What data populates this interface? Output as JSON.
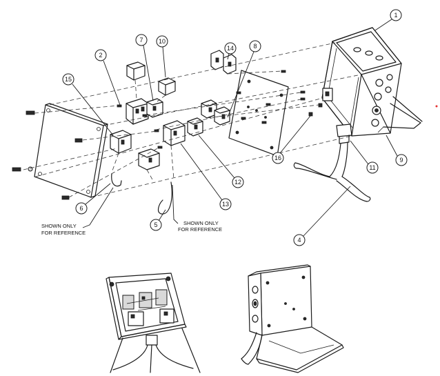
{
  "callouts": [
    {
      "label": "1"
    },
    {
      "label": "2"
    },
    {
      "label": "4"
    },
    {
      "label": "5"
    },
    {
      "label": "6"
    },
    {
      "label": "7"
    },
    {
      "label": "8"
    },
    {
      "label": "9"
    },
    {
      "label": "10"
    },
    {
      "label": "11"
    },
    {
      "label": "12"
    },
    {
      "label": "13"
    },
    {
      "label": "14"
    },
    {
      "label": "15"
    },
    {
      "label": "16"
    }
  ],
  "notes": {
    "left_line1": "SHOWN ONLY",
    "left_line2": "FOR REFERENCE",
    "right_line1": "SHOWN ONLY",
    "right_line2": "FOR REFERENCE"
  },
  "colors": {
    "ink": "#1a1a1a",
    "marker": "#e53030"
  }
}
